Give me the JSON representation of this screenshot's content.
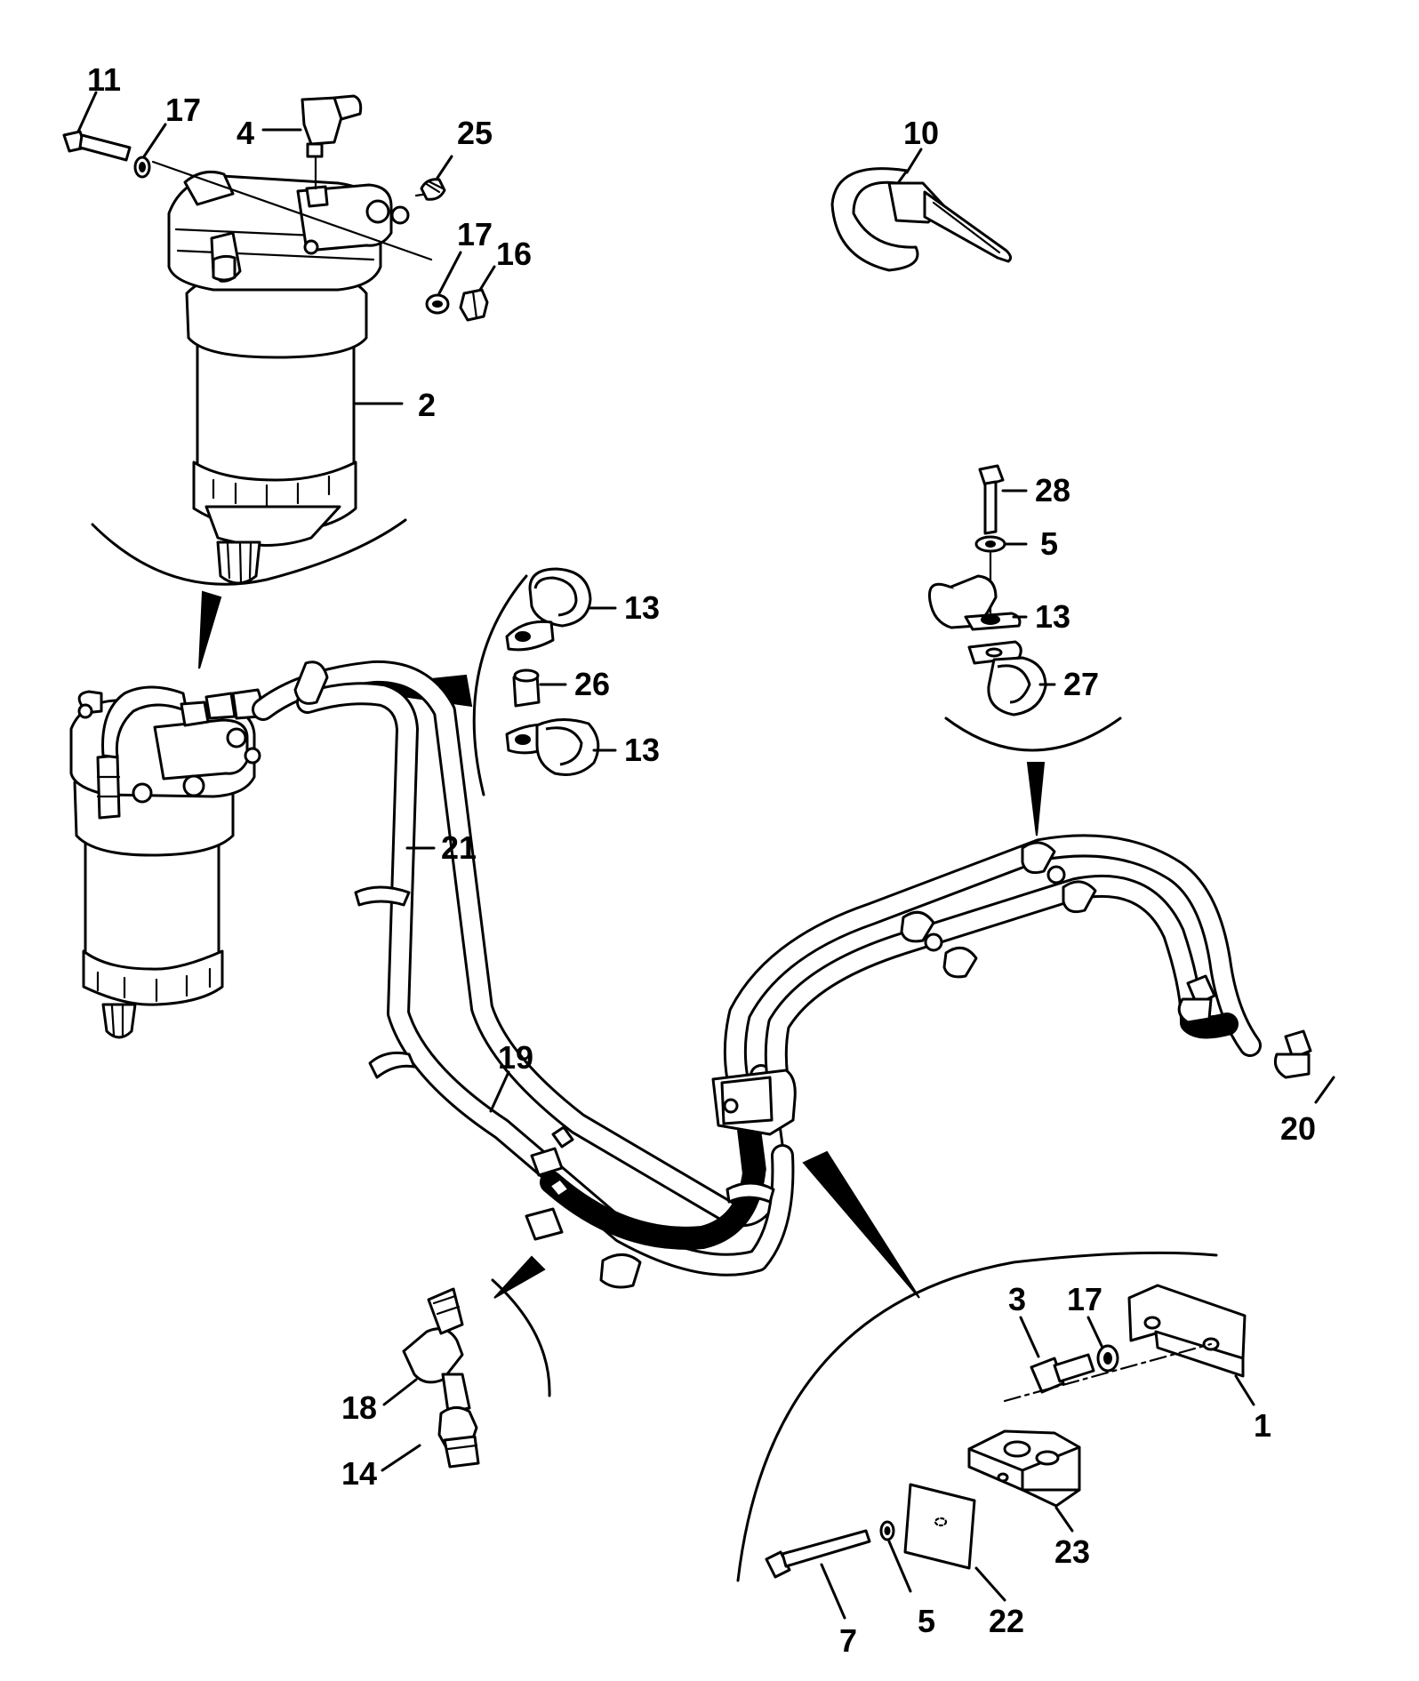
{
  "callouts": [
    {
      "id": "c11",
      "label": "11"
    },
    {
      "id": "c17a",
      "label": "17"
    },
    {
      "id": "c4",
      "label": "4"
    },
    {
      "id": "c25",
      "label": "25"
    },
    {
      "id": "c17b",
      "label": "17"
    },
    {
      "id": "c16",
      "label": "16"
    },
    {
      "id": "c2",
      "label": "2"
    },
    {
      "id": "c10",
      "label": "10"
    },
    {
      "id": "c28",
      "label": "28"
    },
    {
      "id": "c5a",
      "label": "5"
    },
    {
      "id": "c13a",
      "label": "13"
    },
    {
      "id": "c27",
      "label": "27"
    },
    {
      "id": "c13b",
      "label": "13"
    },
    {
      "id": "c26",
      "label": "26"
    },
    {
      "id": "c13c",
      "label": "13"
    },
    {
      "id": "c21",
      "label": "21"
    },
    {
      "id": "c19",
      "label": "19"
    },
    {
      "id": "c20",
      "label": "20"
    },
    {
      "id": "c18",
      "label": "18"
    },
    {
      "id": "c14",
      "label": "14"
    },
    {
      "id": "c3",
      "label": "3"
    },
    {
      "id": "c17c",
      "label": "17"
    },
    {
      "id": "c1",
      "label": "1"
    },
    {
      "id": "c23",
      "label": "23"
    },
    {
      "id": "c22",
      "label": "22"
    },
    {
      "id": "c5b",
      "label": "5"
    },
    {
      "id": "c7",
      "label": "7"
    }
  ]
}
